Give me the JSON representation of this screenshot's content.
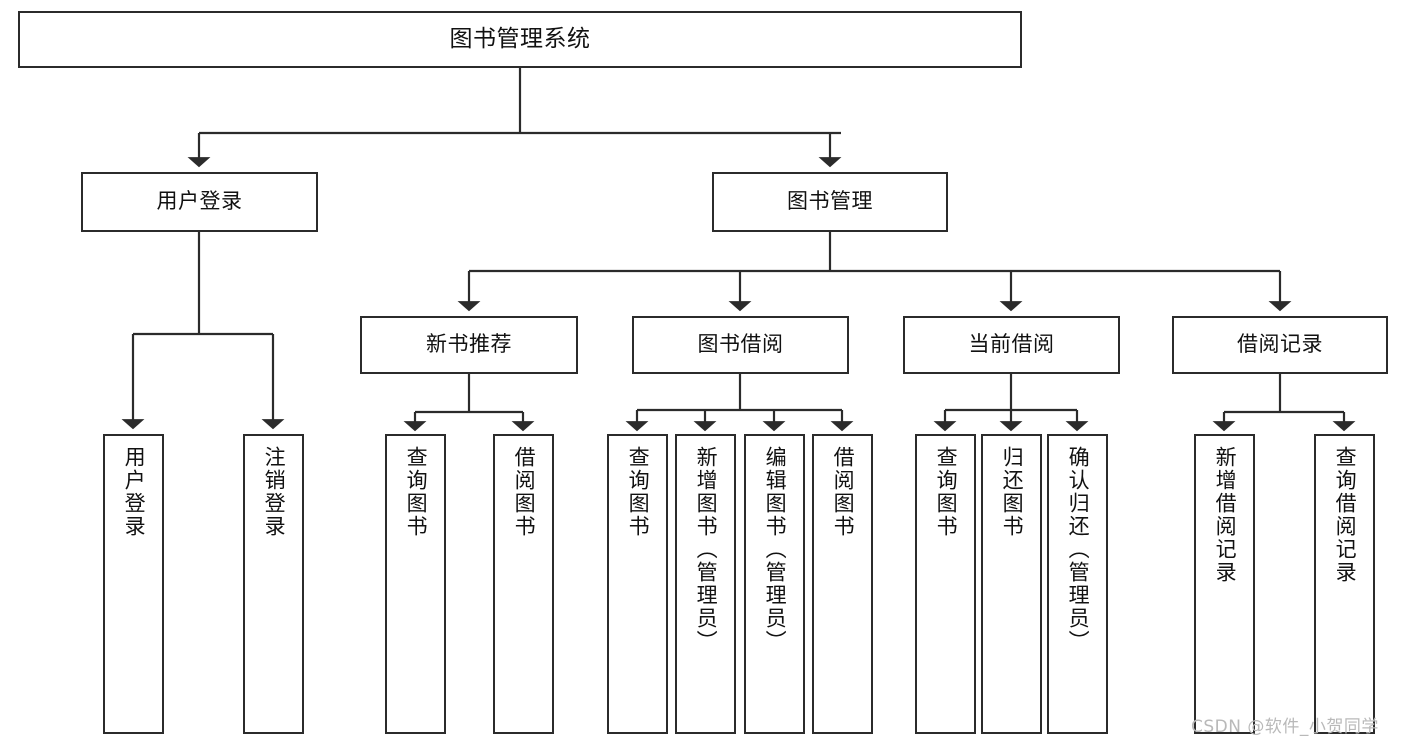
{
  "diagram": {
    "kind": "functional-structure-tree",
    "root": {
      "id": "root",
      "label": "图书管理系统"
    },
    "level2": [
      {
        "id": "user-login",
        "label": "用户登录"
      },
      {
        "id": "book-manage",
        "label": "图书管理"
      }
    ],
    "level3": [
      {
        "id": "new-book-rec",
        "label": "新书推荐"
      },
      {
        "id": "book-borrow",
        "label": "图书借阅"
      },
      {
        "id": "current-borrow",
        "label": "当前借阅"
      },
      {
        "id": "borrow-record",
        "label": "借阅记录"
      }
    ],
    "leaves": [
      {
        "id": "leaf-user-login",
        "label": "用户登录",
        "parent": "user-login"
      },
      {
        "id": "leaf-user-logout",
        "label": "注销登录",
        "parent": "user-login"
      },
      {
        "id": "leaf-query-book-1",
        "label": "查询图书",
        "parent": "new-book-rec"
      },
      {
        "id": "leaf-borrow-book-1",
        "label": "借阅图书",
        "parent": "new-book-rec"
      },
      {
        "id": "leaf-query-book-2",
        "label": "查询图书",
        "parent": "book-borrow"
      },
      {
        "id": "leaf-add-book",
        "label": "新增图书（管理员）",
        "parent": "book-borrow"
      },
      {
        "id": "leaf-edit-book",
        "label": "编辑图书（管理员）",
        "parent": "book-borrow"
      },
      {
        "id": "leaf-borrow-book-2",
        "label": "借阅图书",
        "parent": "book-borrow"
      },
      {
        "id": "leaf-query-book-3",
        "label": "查询图书",
        "parent": "current-borrow"
      },
      {
        "id": "leaf-return-book",
        "label": "归还图书",
        "parent": "current-borrow"
      },
      {
        "id": "leaf-confirm-return",
        "label": "确认归还（管理员）",
        "parent": "current-borrow"
      },
      {
        "id": "leaf-add-record",
        "label": "新增借阅记录",
        "parent": "borrow-record"
      },
      {
        "id": "leaf-query-record",
        "label": "查询借阅记录",
        "parent": "borrow-record"
      }
    ],
    "watermark": "CSDN @软件_小贺同学",
    "colors": {
      "stroke": "#2b2b2b",
      "fill": "#ffffff",
      "text": "#111111",
      "watermark": "#b9b9b9",
      "background": "#ffffff"
    }
  }
}
